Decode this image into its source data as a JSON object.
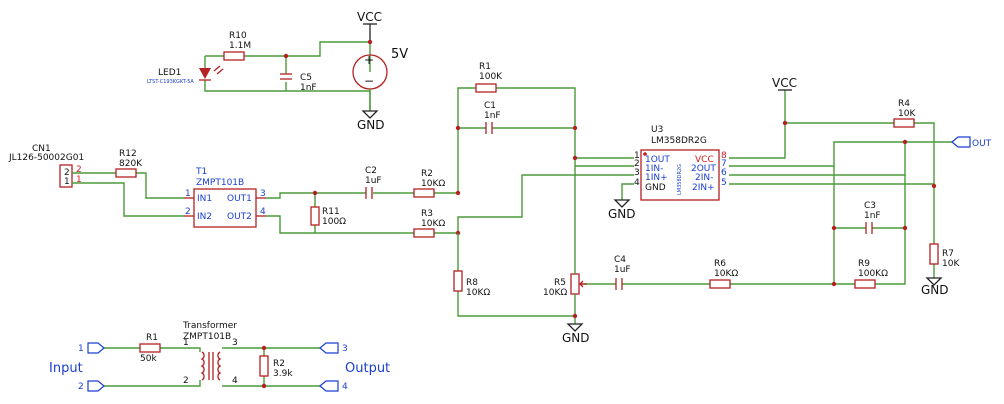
{
  "labels": {
    "vcc_top": "VCC",
    "vcc_right": "VCC",
    "gnd_top": "GND",
    "gnd_u3": "GND",
    "gnd_r5": "GND",
    "gnd_r7": "GND",
    "r10_name": "R10",
    "r10_value": "1.1M",
    "led1_name": "LED1",
    "led1_part": "LTST-C193KGKT-5A",
    "c5_name": "C5",
    "c5_value": "1nF",
    "battery_plus": "+",
    "battery_minus": "−",
    "battery_value": "5V",
    "cn1_name": "CN1",
    "cn1_part": "JL126-50002G01",
    "cn1_pin2": "2",
    "cn1_pin1": "1",
    "r12_name": "R12",
    "r12_value": "820K",
    "t1_name": "T1",
    "t1_part": "ZMPT101B",
    "t1_in1": "IN1",
    "t1_in2": "IN2",
    "t1_out1": "OUT1",
    "t1_out2": "OUT2",
    "t1_p1": "1",
    "t1_p2": "2",
    "t1_p3": "3",
    "t1_p4": "4",
    "c2_name": "C2",
    "c2_value": "1uF",
    "r2_name": "R2",
    "r2_value": "10KΩ",
    "r11_name": "R11",
    "r11_value": "100Ω",
    "r3_name": "R3",
    "r3_value": "10KΩ",
    "r1_name": "R1",
    "r1_value": "100K",
    "c1_name": "C1",
    "c1_value": "1nF",
    "u3_name": "U3",
    "u3_part": "LM358DR2G",
    "u3_1out": "1OUT",
    "u3_1inm": "1IN-",
    "u3_1inp": "1IN+",
    "u3_gnd": "GND",
    "u3_vcc": "VCC",
    "u3_2out": "2OUT",
    "u3_2inm": "2IN-",
    "u3_2inp": "2IN+",
    "u3_p1": "1",
    "u3_p2": "2",
    "u3_p3": "3",
    "u3_p4": "4",
    "u3_p8": "8",
    "u3_p7": "7",
    "u3_p6": "6",
    "u3_p5": "5",
    "u3_side": "LM358DR2G",
    "r8_name": "R8",
    "r8_value": "10KΩ",
    "r5_name": "R5",
    "r5_value": "10KΩ",
    "c4_name": "C4",
    "c4_value": "1uF",
    "r6_name": "R6",
    "r6_value": "10KΩ",
    "c3_name": "C3",
    "c3_value": "1nF",
    "r9_name": "R9",
    "r9_value": "100KΩ",
    "r4_name": "R4",
    "r4_value": "10K",
    "r7_name": "R7",
    "r7_value": "10K",
    "out_label": "OUT",
    "tr_title1": "Transformer",
    "tr_title2": "ZMPT101B",
    "tr_p1": "1",
    "tr_p2": "2",
    "tr_p3": "3",
    "tr_p4": "4",
    "port1": "1",
    "port2": "2",
    "port3": "3",
    "port4": "4",
    "bot_r1_name": "R1",
    "bot_r1_value": "50k",
    "bot_r2_name": "R2",
    "bot_r2_value": "3.9k",
    "input_label": "Input",
    "output_label": "Output"
  },
  "colors": {
    "wire": "#4a9a3a",
    "component": "#b52020",
    "pin_label": "#1a3fd1",
    "highlight_pin": "#d81b1b"
  }
}
